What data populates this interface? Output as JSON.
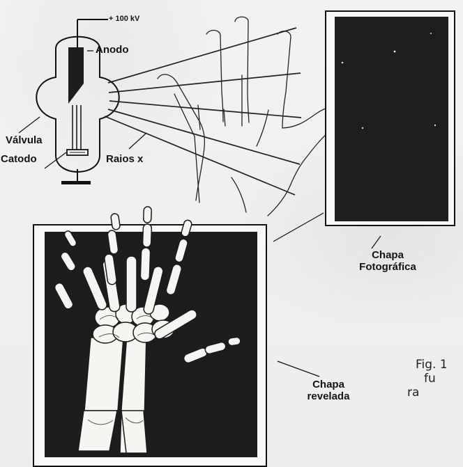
{
  "labels": {
    "voltage": "+ 100 kV",
    "anode": "Anodo",
    "valve": "Válvula",
    "cathode": "Catodo",
    "xrays": "Raios x",
    "photo_plate_line1": "Chapa",
    "photo_plate_line2": "Fotográfica",
    "developed_plate_line1": "Chapa",
    "developed_plate_line2": "revelada"
  },
  "caption": {
    "line1": "Fig. 1",
    "line2": "fu",
    "line3": "ra"
  }
}
